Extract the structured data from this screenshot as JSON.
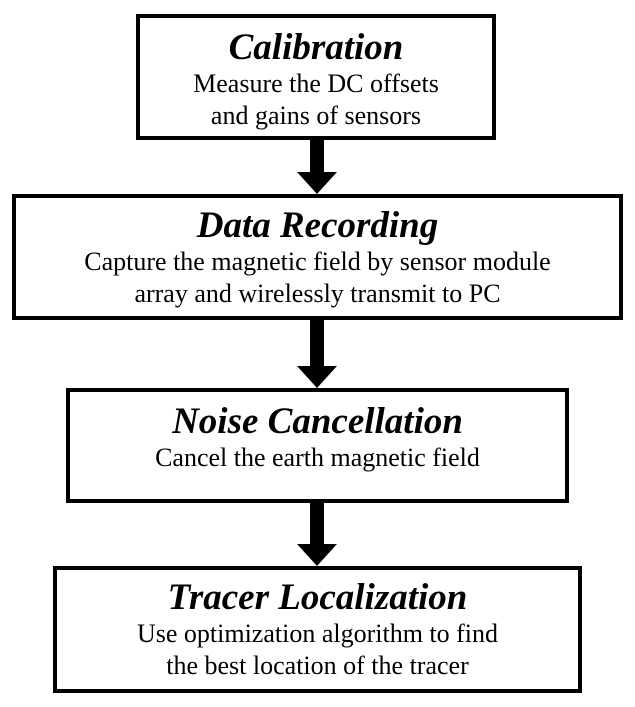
{
  "steps": [
    {
      "title": "Calibration",
      "lines": [
        "Measure the DC offsets",
        "and gains of sensors"
      ]
    },
    {
      "title": "Data Recording",
      "lines": [
        "Capture the magnetic field by sensor module",
        "array and wirelessly transmit to PC"
      ]
    },
    {
      "title": "Noise Cancellation",
      "lines": [
        "Cancel the earth magnetic field"
      ]
    },
    {
      "title": "Tracer Localization",
      "lines": [
        "Use optimization algorithm to find",
        "the best location of the tracer"
      ]
    }
  ],
  "colors": {
    "border": "#000000",
    "arrow": "#000000",
    "background": "#ffffff"
  },
  "icons": {
    "connector": "down-arrow-icon"
  }
}
